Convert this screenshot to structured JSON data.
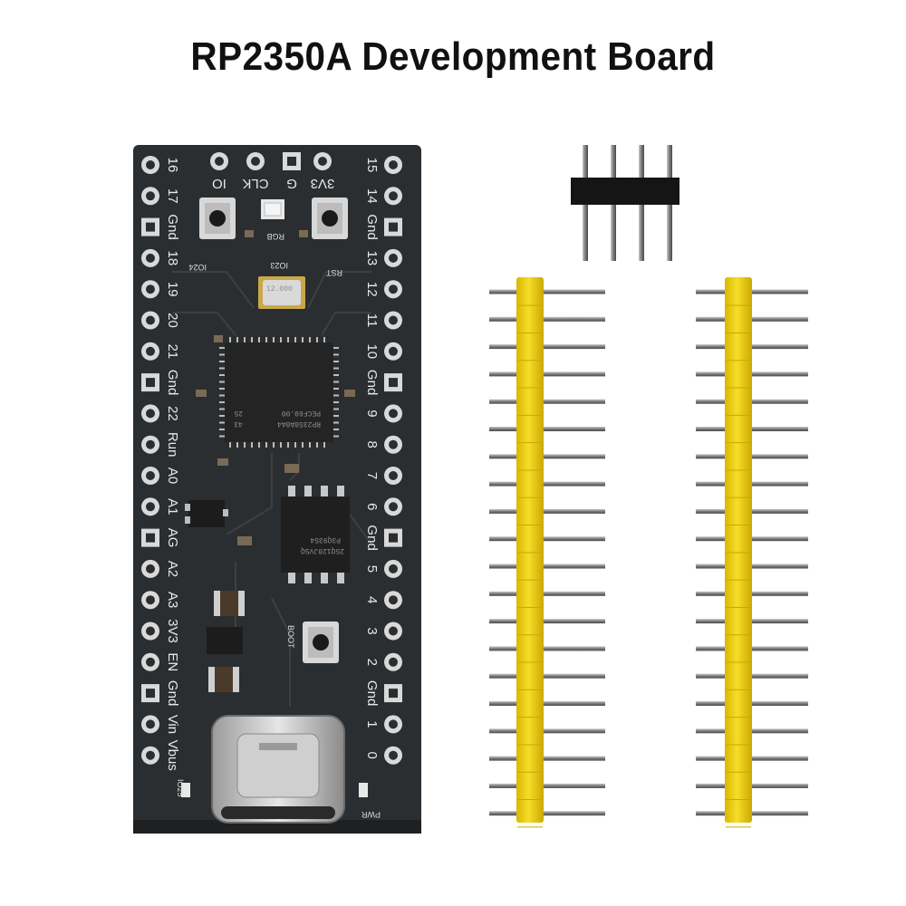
{
  "title": "RP2350A Development Board",
  "colors": {
    "pcb": "#2b2e30",
    "pad": "#d9d9d9",
    "header_yellow": "#f2d31b",
    "pin_metal": "#8a8a8a",
    "chip": "#262626"
  },
  "board": {
    "left_pins": [
      "16",
      "17",
      "Gnd",
      "18",
      "19",
      "20",
      "21",
      "Gnd",
      "22",
      "Run",
      "A0",
      "A1",
      "AG",
      "A2",
      "A3",
      "3V3",
      "EN",
      "Gnd",
      "Vin",
      "Vbus"
    ],
    "right_pins": [
      "15",
      "14",
      "Gnd",
      "13",
      "12",
      "11",
      "10",
      "Gnd",
      "9",
      "8",
      "7",
      "6",
      "Gnd",
      "5",
      "4",
      "3",
      "2",
      "Gnd",
      "1",
      "0"
    ],
    "top_pins": [
      "IO",
      "CLK",
      "G",
      "3V3"
    ],
    "labels": {
      "io24": "IO24",
      "io23": "IO23",
      "rgb": "RGB",
      "rst": "RST",
      "boot": "BOOT",
      "io25": "IO25",
      "pwr": "PWR"
    },
    "chip_marking": [
      "RP2350A0A4",
      "PECF69.00",
      "43",
      "25"
    ],
    "flash_marking": [
      "25Q128JVSQ",
      "P3Q9354"
    ],
    "crystal_marking": "12.000"
  },
  "headers": {
    "short_pin_count": 4,
    "long_pin_count": 20,
    "long_header_count": 2
  }
}
